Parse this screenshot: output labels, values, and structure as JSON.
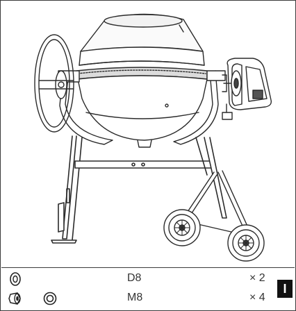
{
  "parts": [
    {
      "icons": [
        "washer-icon"
      ],
      "code": "D8",
      "quantity": "× 2"
    },
    {
      "icons": [
        "nut-icon",
        "washer-icon"
      ],
      "code": "M8",
      "quantity": "× 4"
    }
  ],
  "section_badge": "I",
  "colors": {
    "line": "#2a2a2a",
    "background": "#ffffff",
    "badge": "#111111"
  }
}
